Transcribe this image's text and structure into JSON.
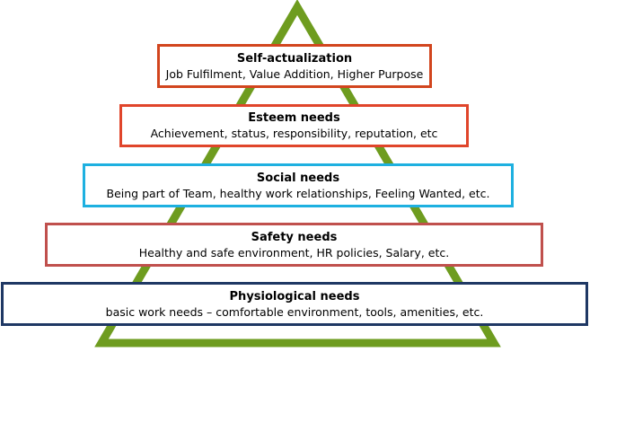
{
  "pyramid": {
    "outline_color": "#6E9C1F",
    "levels": [
      {
        "title": "Self-actualization",
        "description": "Job Fulfilment, Value Addition, Higher Purpose",
        "border_color": "#D2451E"
      },
      {
        "title": "Esteem needs",
        "description": "Achievement, status, responsibility, reputation, etc",
        "border_color": "#E0452B"
      },
      {
        "title": "Social needs",
        "description": "Being part of Team, healthy work relationships, Feeling Wanted, etc.",
        "border_color": "#1EB0E0"
      },
      {
        "title": "Safety needs",
        "description": "Healthy and safe environment, HR policies, Salary, etc.",
        "border_color": "#C0504D"
      },
      {
        "title": "Physiological needs",
        "description": "basic work needs – comfortable environment, tools, amenities, etc.",
        "border_color": "#1F3864"
      }
    ]
  }
}
